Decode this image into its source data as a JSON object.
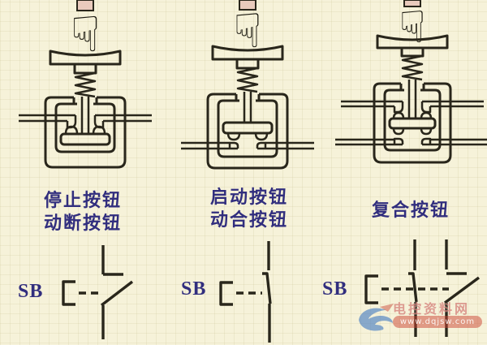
{
  "columns": [
    {
      "name_lines": [
        "停止按钮",
        "动断按钮"
      ],
      "symbol": "SB",
      "contact_type": "normally-closed"
    },
    {
      "name_lines": [
        "启动按钮",
        "动合按钮"
      ],
      "symbol": "SB",
      "contact_type": "normally-open"
    },
    {
      "name_lines": [
        "复合按钮"
      ],
      "symbol": "SB",
      "contact_type": "compound"
    }
  ],
  "hand_glyph": "☟",
  "watermark": {
    "site_name": "电控资料网",
    "url": "www.dqjsw.com"
  },
  "colors": {
    "background": "#f6f2d9",
    "line": "#29261b",
    "label": "#312e7e",
    "cuff": "#e9cabc",
    "watermark_red": "#c84b3c",
    "watermark_blue": "#4b7fc2"
  }
}
